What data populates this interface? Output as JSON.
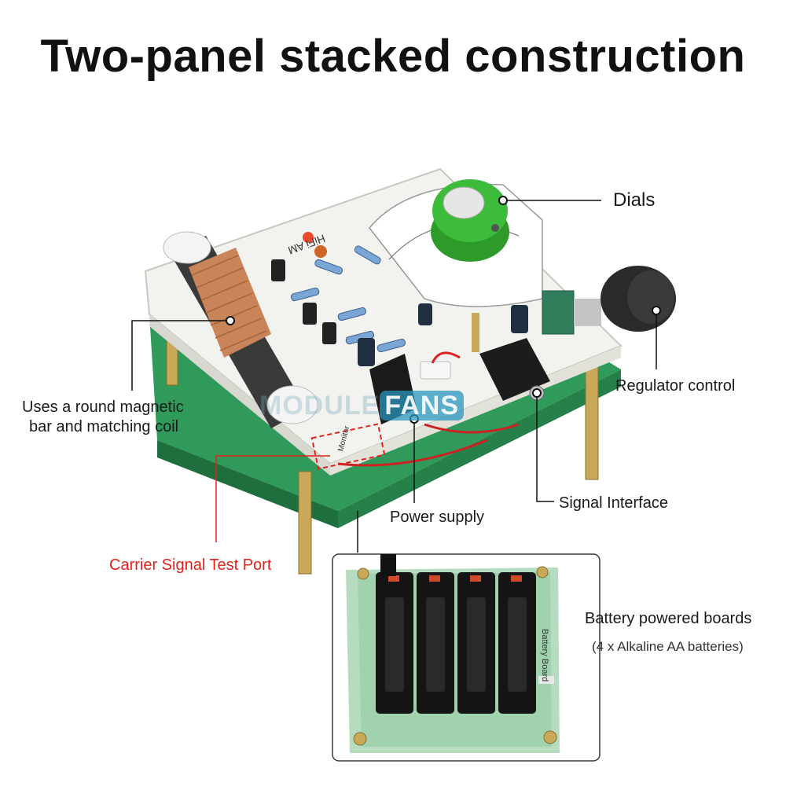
{
  "title": "Two-panel stacked construction",
  "labels": {
    "dials": "Dials",
    "regulator": "Regulator control",
    "coil_line1": "Uses a round magnetic",
    "coil_line2": "bar and matching coil",
    "carrier": "Carrier Signal Test Port",
    "power": "Power supply",
    "signal": "Signal Interface",
    "battery_title": "Battery powered boards",
    "battery_sub": "(4 x Alkaline AA batteries)"
  },
  "watermark": {
    "part1": "MODULE",
    "part2": "FANS"
  },
  "board_text": {
    "hifi": "HiFi AM",
    "battery_board": "Battery Board",
    "monitor": "Monitor"
  },
  "colors": {
    "pcb_green": "#2f9a5a",
    "panel_white": "#f2f2ee",
    "knob_green": "#3dbb3a",
    "callout_red": "#e0241c",
    "accent_blue": "#2a96be"
  }
}
